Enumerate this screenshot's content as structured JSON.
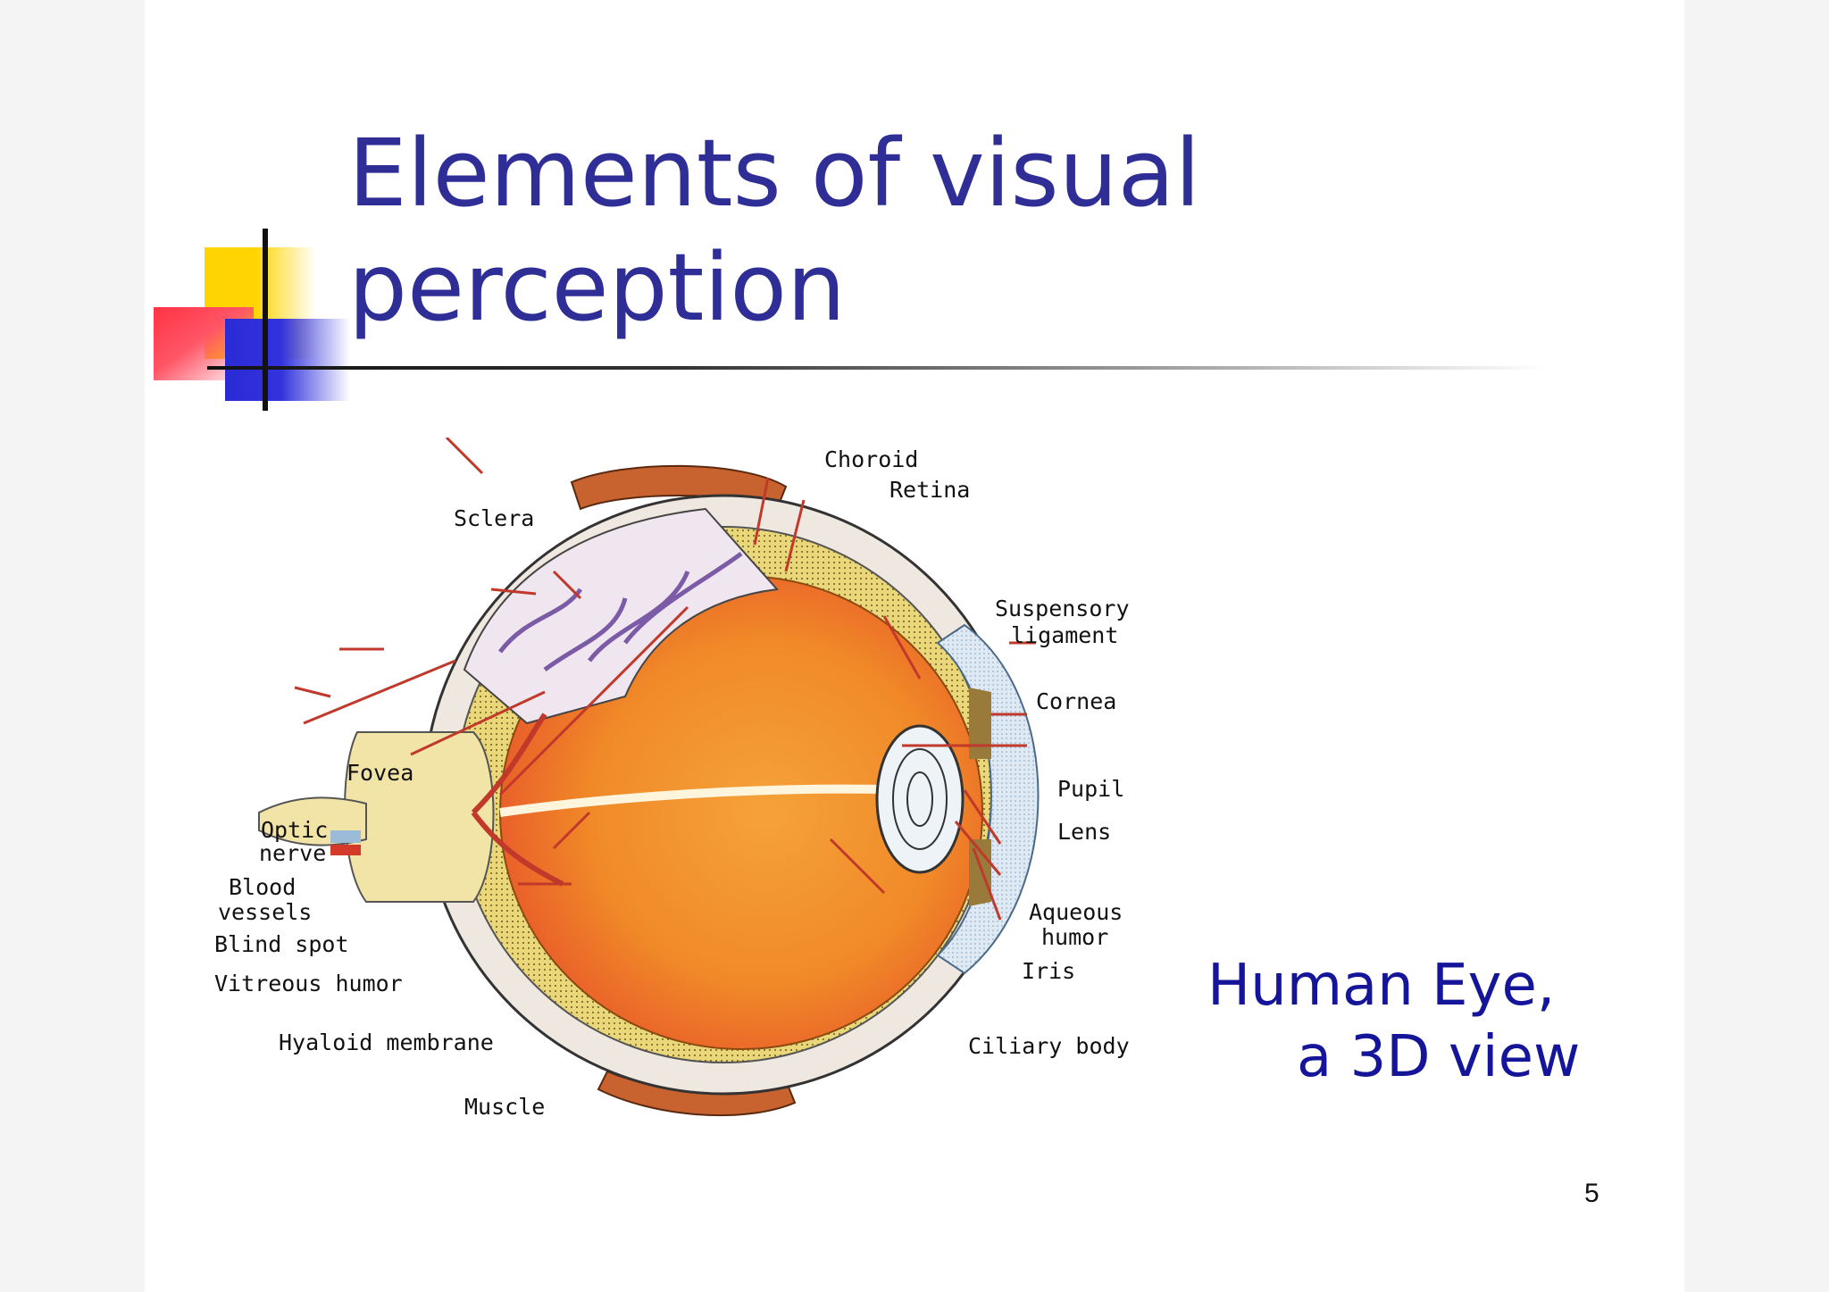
{
  "slide": {
    "title_line1": "Elements of visual",
    "title_line2": "perception",
    "caption_line1": "Human Eye,",
    "caption_line2": "a 3D view",
    "page_number": "5"
  },
  "diagram": {
    "labels": {
      "choroid": "Choroid",
      "retina": "Retina",
      "sclera": "Sclera",
      "suspensory_1": "Suspensory",
      "suspensory_2": "ligament",
      "cornea": "Cornea",
      "fovea": "Fovea",
      "pupil": "Pupil",
      "optic_1": "Optic",
      "optic_2": "nerve",
      "lens": "Lens",
      "blood_1": "Blood",
      "blood_2": "vessels",
      "aqueous_1": "Aqueous",
      "aqueous_2": "humor",
      "blind_spot": "Blind spot",
      "iris": "Iris",
      "vitreous": "Vitreous humor",
      "hyaloid": "Hyaloid membrane",
      "ciliary": "Ciliary body",
      "muscle": "Muscle"
    }
  },
  "colors": {
    "title": "#2e2e96",
    "caption": "#15159a",
    "leader_line": "#c0392b",
    "vitreous": "#f0922b",
    "vitreous_dark": "#e84a2a"
  }
}
